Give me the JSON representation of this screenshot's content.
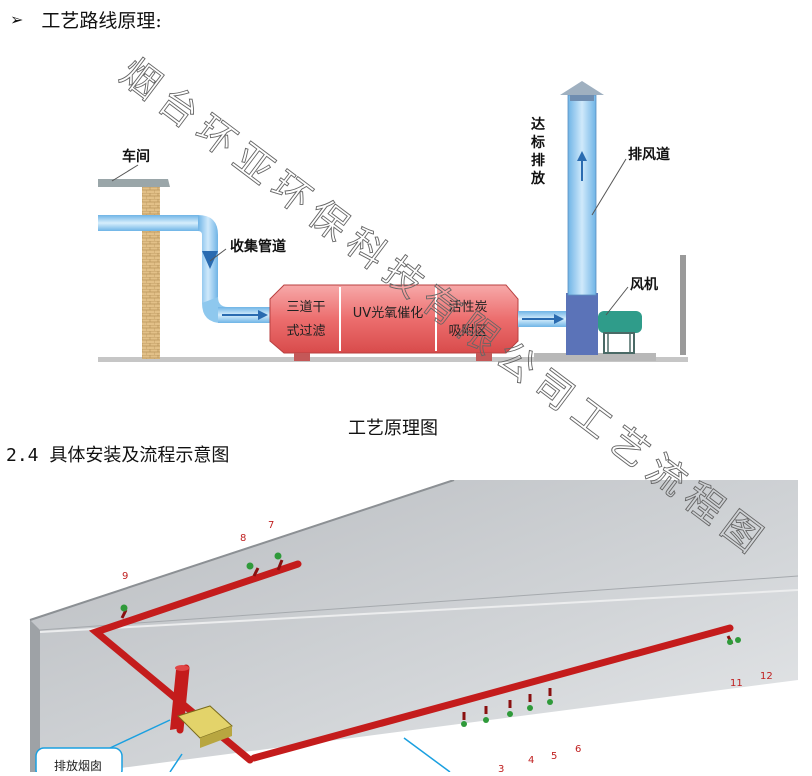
{
  "heading": {
    "bullet": "➢",
    "text": "工艺路线原理:"
  },
  "figure1": {
    "labels": {
      "workshop": "车间",
      "collection_duct": "收集管道",
      "stage1_line1": "三道干",
      "stage1_line2": "式过滤",
      "stage2": "UV光氧催化",
      "stage3_line1": "活性炭",
      "stage3_line2": "吸附区",
      "compliance": [
        "达",
        "标",
        "排",
        "放"
      ],
      "exhaust_duct": "排风道",
      "fan": "风机"
    },
    "colors": {
      "duct": "#8ec8ee",
      "unit": "#ea6a6a",
      "brick": "#d7b577"
    }
  },
  "caption": "工艺原理图",
  "section_title": "2.4 具体安装及流程示意图",
  "figure2": {
    "numbers": [
      "9",
      "8",
      "7",
      "11",
      "12",
      "3",
      "4",
      "5",
      "6"
    ],
    "callout_text": "排放烟囱",
    "colors": {
      "pipe": "#c41c1c",
      "nozzle": "#2f9a3a",
      "plate": "#c9ccd0"
    }
  },
  "watermark": "烟台环亚环保科技有限公司工艺流程图"
}
